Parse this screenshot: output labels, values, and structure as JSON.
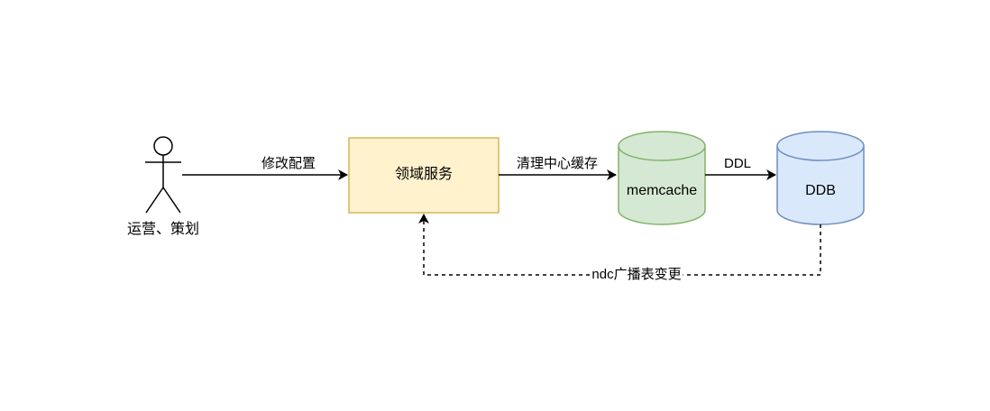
{
  "diagram": {
    "actor": {
      "label": "运营、策划"
    },
    "nodes": {
      "domain_service": {
        "label": "领域服务",
        "fill": "#fff2cc",
        "stroke": "#d6b656"
      },
      "memcache": {
        "label": "memcache",
        "fill": "#d5e8d4",
        "stroke": "#82b366"
      },
      "ddb": {
        "label": "DDB",
        "fill": "#dae8fc",
        "stroke": "#6c8ebf"
      }
    },
    "edges": {
      "modify_config": {
        "label": "修改配置",
        "from": "actor",
        "to": "domain_service",
        "style": "solid"
      },
      "clear_cache": {
        "label": "清理中心缓存",
        "from": "domain_service",
        "to": "memcache",
        "style": "solid"
      },
      "ddl": {
        "label": "DDL",
        "from": "memcache",
        "to": "ddb",
        "style": "solid"
      },
      "ndc_broadcast": {
        "label": "ndc广播表变更",
        "from": "ddb",
        "to": "domain_service",
        "style": "dashed"
      }
    }
  }
}
